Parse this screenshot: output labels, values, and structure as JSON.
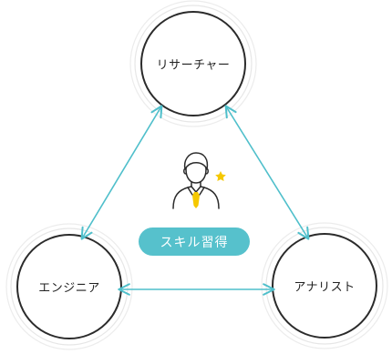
{
  "nodes": {
    "researcher": "リサーチャー",
    "engineer": "エンジニア",
    "analyst": "アナリスト"
  },
  "center": {
    "badge_label": "スキル習得",
    "person_icon": "businessperson-icon",
    "star_icon": "star-icon"
  },
  "colors": {
    "arrow": "#4fbfcb",
    "badge_bg": "#56c1cc",
    "circle_stroke": "#2b2b2b",
    "halo": "#e6e6e6",
    "tie": "#f5c800",
    "star": "#f5c800"
  }
}
